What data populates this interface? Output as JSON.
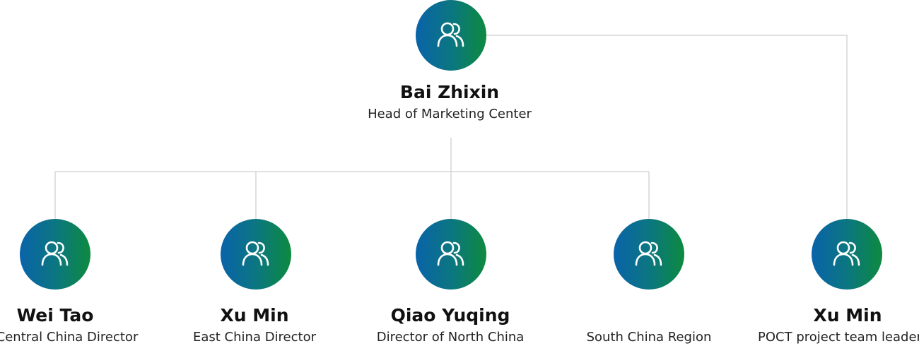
{
  "colors": {
    "avatar_gradient_start": "#0a63a9",
    "avatar_gradient_end": "#0d8a3f",
    "connector": "#d6d6d6",
    "name_text": "#111111",
    "title_text": "#222222"
  },
  "org_chart": {
    "head": {
      "name": "Bai Zhixin",
      "title": "Head of Marketing Center",
      "icon": "people-icon"
    },
    "members": [
      {
        "name": "Wei Tao",
        "title": "Central China Director",
        "icon": "people-icon"
      },
      {
        "name": "Xu Min",
        "title": "East China Director",
        "icon": "people-icon"
      },
      {
        "name": "Qiao Yuqing",
        "title": "Director of North China",
        "icon": "people-icon"
      },
      {
        "name": "",
        "title": "South China Region",
        "icon": "people-icon"
      },
      {
        "name": "Xu Min",
        "title": "POCT project team leader",
        "icon": "people-icon"
      }
    ]
  }
}
